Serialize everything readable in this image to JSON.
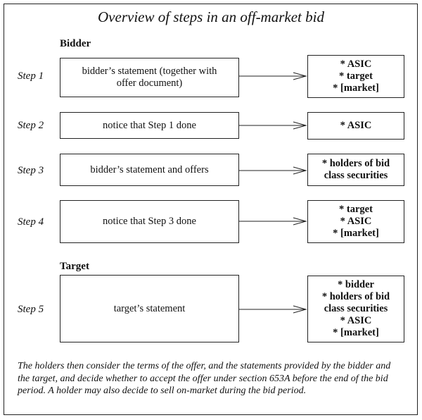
{
  "title": "Overview of steps in an off-market bid",
  "sections": {
    "bidder": "Bidder",
    "target": "Target"
  },
  "steps": [
    {
      "label": "Step 1",
      "action": "bidder’s statement (together with offer document)",
      "recipients": [
        "* ASIC",
        "* target",
        "* [market]"
      ]
    },
    {
      "label": "Step 2",
      "action": "notice that Step 1 done",
      "recipients": [
        "* ASIC"
      ]
    },
    {
      "label": "Step 3",
      "action": "bidder’s statement and offers",
      "recipients": [
        "* holders of bid class securities"
      ]
    },
    {
      "label": "Step 4",
      "action": "notice that Step 3 done",
      "recipients": [
        "* target",
        "* ASIC",
        "* [market]"
      ]
    },
    {
      "label": "Step 5",
      "action": "target’s statement",
      "recipients": [
        "* bidder",
        "* holders of bid class securities",
        "* ASIC",
        "* [market]"
      ]
    }
  ],
  "footer": "The holders then consider the terms of the offer, and the statements provided by the bidder and the target, and decide whether to accept the offer under section 653A before the end of the bid period. A holder may also decide to sell on-market during the bid period."
}
